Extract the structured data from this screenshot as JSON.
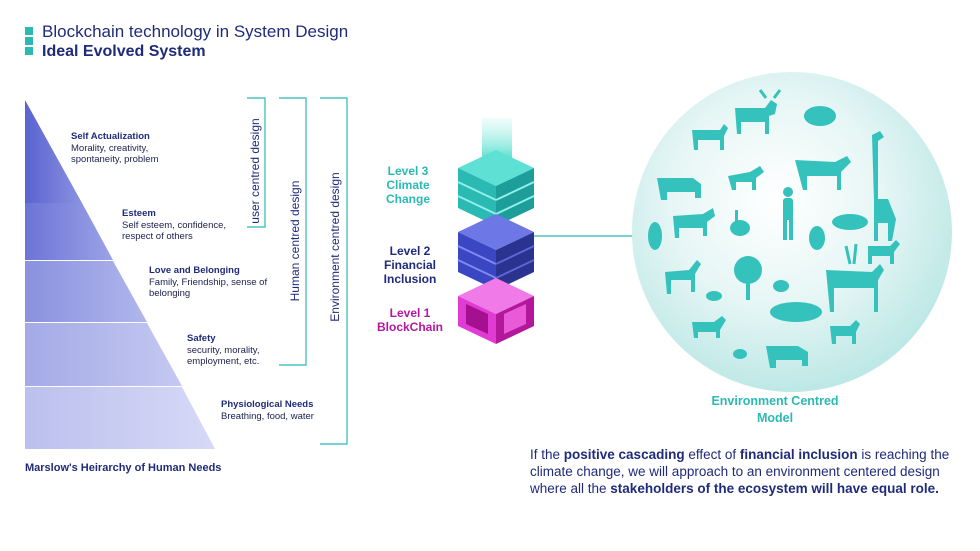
{
  "header": {
    "title": "Blockchain technology in System Design",
    "subtitle": "Ideal Evolved System"
  },
  "pyramid": {
    "caption": "Marslow's Heirarchy of Human Needs",
    "levels": [
      {
        "title": "Self Actualization",
        "desc": "Morality, creativity, spontaneity, problem"
      },
      {
        "title": "Esteem",
        "desc": "Self esteem, confidence, respect of others"
      },
      {
        "title": "Love and Belonging",
        "desc": "Family, Friendship, sense of belonging"
      },
      {
        "title": "Safety",
        "desc": "security, morality, employment, etc."
      },
      {
        "title": "Physiological Needs",
        "desc": "Breathing, food, water"
      }
    ]
  },
  "brackets": {
    "user": "user centred design",
    "human": "Human centred design",
    "environment": "Environment centred design"
  },
  "levels": [
    {
      "name": "Level 3",
      "label": "Climate Change",
      "color": "#2bb9b4"
    },
    {
      "name": "Level 2",
      "label": "Financial Inclusion",
      "color": "#1f2b7a"
    },
    {
      "name": "Level 1",
      "label": "BlockChain",
      "color": "#b3179c"
    }
  ],
  "environment": {
    "caption": "Environment Centred Model"
  },
  "paragraph": {
    "p1": "If the ",
    "b1": "positive cascading",
    "p2": " effect of ",
    "b2": "financial inclusion",
    "p3": " is reaching the climate change, we will approach to an environment centered design where all the ",
    "b3": "stakeholders of the ecosystem will have equal role."
  },
  "colors": {
    "teal": "#2bb9b4",
    "navy": "#1f2b7a",
    "magenta": "#e03bd2",
    "blue": "#3b46c2"
  }
}
